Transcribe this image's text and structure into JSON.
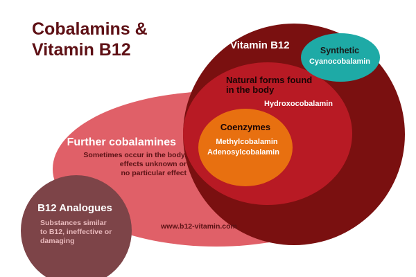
{
  "title_line1": "Cobalamins &",
  "title_line2": "Vitamin B12",
  "further": {
    "title": "Further cobalamines",
    "desc_line1": "Sometimes occur in the body,",
    "desc_line2": "effects unknown or",
    "desc_line3": "no particular effect"
  },
  "vitamin_b12": {
    "label": "Vitamin B12"
  },
  "synthetic": {
    "label": "Synthetic",
    "item": "Cyanocobalamin"
  },
  "natural": {
    "label_line1": "Natural forms found",
    "label_line2": "in the body",
    "item": "Hydroxocobalamin"
  },
  "coenzymes": {
    "label": "Coenzymes",
    "item1": "Methylcobalamin",
    "item2": "Adenosylcobalamin"
  },
  "analogues": {
    "title": "B12 Analogues",
    "desc_line1": "Substances similar",
    "desc_line2": "to B12, ineffective or",
    "desc_line3": "damaging"
  },
  "website": "www.b12-vitamin.com",
  "colors": {
    "title": "#5e1015",
    "further_ellipse": "#e06068",
    "vitamin_b12_circle": "#7a1010",
    "natural_ellipse": "#b81a24",
    "coenzymes_ellipse": "#e87010",
    "synthetic_ellipse": "#1eaaa6",
    "analogues_circle": "#7d4448",
    "desc_text": "#5a1215",
    "white": "#ffffff"
  }
}
